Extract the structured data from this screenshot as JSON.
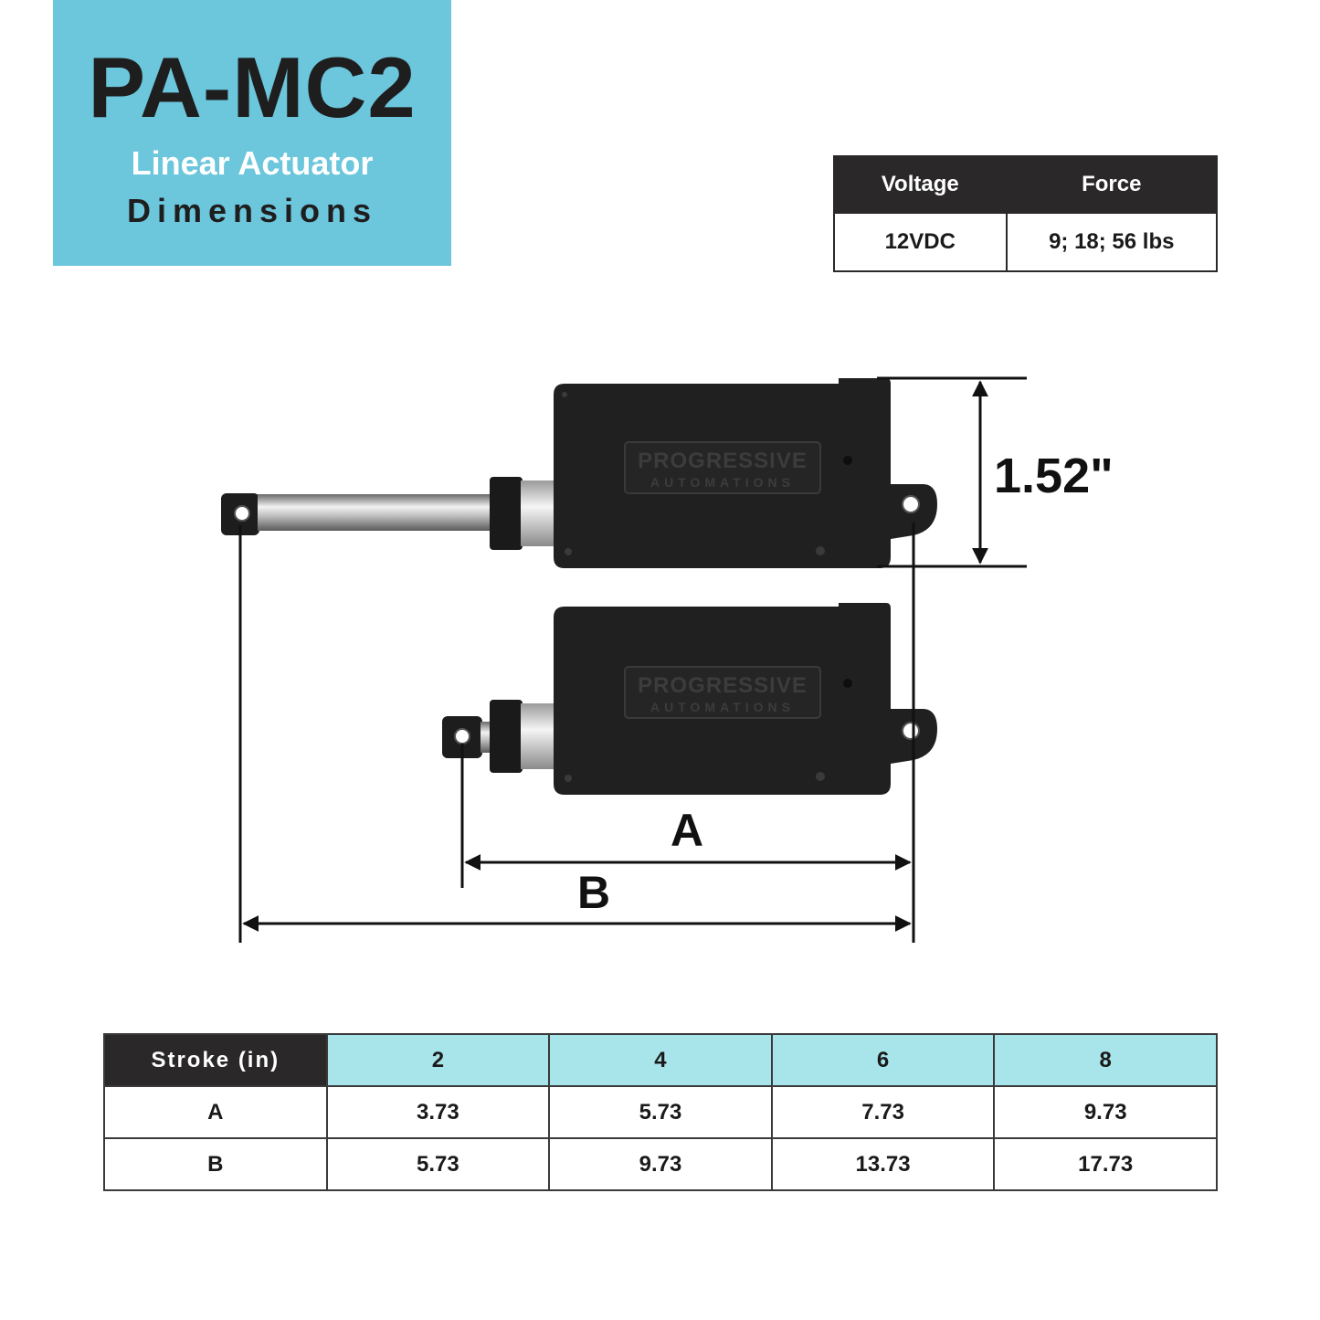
{
  "header": {
    "model": "PA-MC2",
    "subtitle": "Linear Actuator",
    "subtitle2": "Dimensions"
  },
  "specs": {
    "headers": [
      "Voltage",
      "Force"
    ],
    "values": [
      "12VDC",
      "9; 18; 56 lbs"
    ]
  },
  "diagram": {
    "height_label": "1.52\"",
    "label_a": "A",
    "label_b": "B",
    "brand_line1": "PROGRESSIVE",
    "brand_line2": "AUTOMATIONS"
  },
  "dimension_table": {
    "row_header": "Stroke (in)",
    "columns": [
      "2",
      "4",
      "6",
      "8"
    ],
    "rows": [
      {
        "label": "A",
        "values": [
          "3.73",
          "5.73",
          "7.73",
          "9.73"
        ]
      },
      {
        "label": "B",
        "values": [
          "5.73",
          "9.73",
          "13.73",
          "17.73"
        ]
      }
    ]
  },
  "colors": {
    "accent": "#6cc6dc",
    "table_header": "#a8e5ea",
    "dark": "#2a2828"
  }
}
